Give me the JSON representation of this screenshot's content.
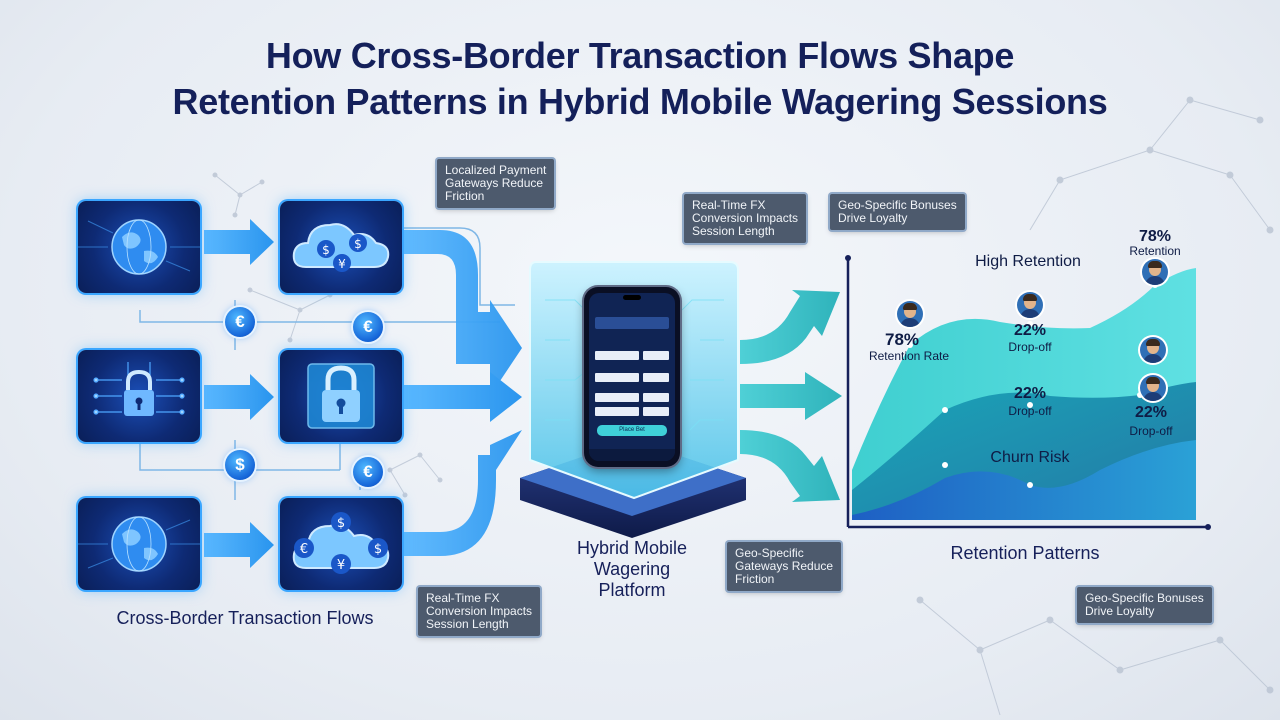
{
  "title": {
    "line1": "How Cross-Border Transaction Flows Shape",
    "line2": "Retention Patterns in Hybrid Mobile Wagering Sessions"
  },
  "left_section": {
    "caption": "Cross-Border Transaction Flows",
    "tiles": [
      {
        "name": "globe-icon"
      },
      {
        "name": "cloud-currency-icon"
      },
      {
        "name": "circuit-lock-icon"
      },
      {
        "name": "padlock-icon"
      },
      {
        "name": "globe-icon"
      },
      {
        "name": "cloud-currency-icon"
      }
    ],
    "coins": [
      "€",
      "€",
      "$",
      "€"
    ],
    "callouts": {
      "top": [
        "Localized Payment",
        "Gateways Reduce",
        "Friction"
      ],
      "bottom": [
        "Real-Time FX",
        "Conversion Impacts",
        "Session Length"
      ]
    }
  },
  "center_section": {
    "caption": [
      "Hybrid Mobile",
      "Wagering",
      "Platform"
    ],
    "phone_button": "Place Bet",
    "callouts": {
      "top": [
        "Real-Time FX",
        "Conversion Impacts",
        "Session Length"
      ],
      "bottom": [
        "Geo-Specific",
        "Gateways Reduce",
        "Friction"
      ]
    }
  },
  "right_section": {
    "callout_top": [
      "Geo-Specific Bonuses",
      "Drive Loyalty"
    ],
    "callout_bottom": [
      "Geo-Specific Bonuses",
      "Drive Loyalty"
    ],
    "caption": "Retention Patterns",
    "labels": {
      "high_retention": "High Retention",
      "pct_78_a": "78%",
      "retention_rate": "Retention Rate",
      "pct_22_a": "22%",
      "dropoff_a": "Drop-off",
      "pct_78_b": "78%",
      "retention": "Retention",
      "pct_22_b": "22%",
      "dropoff_b": "Drop-off",
      "pct_22_c": "22%",
      "dropoff_c": "Drop-off",
      "churn_risk": "Churn Risk"
    }
  },
  "colors": {
    "title": "#14205a",
    "arrow_blue": "#37a7f4",
    "arrow_teal": "#3bc3c3",
    "tile_bg": "#0e2a74",
    "callout_bg": "#4d5a6d"
  }
}
